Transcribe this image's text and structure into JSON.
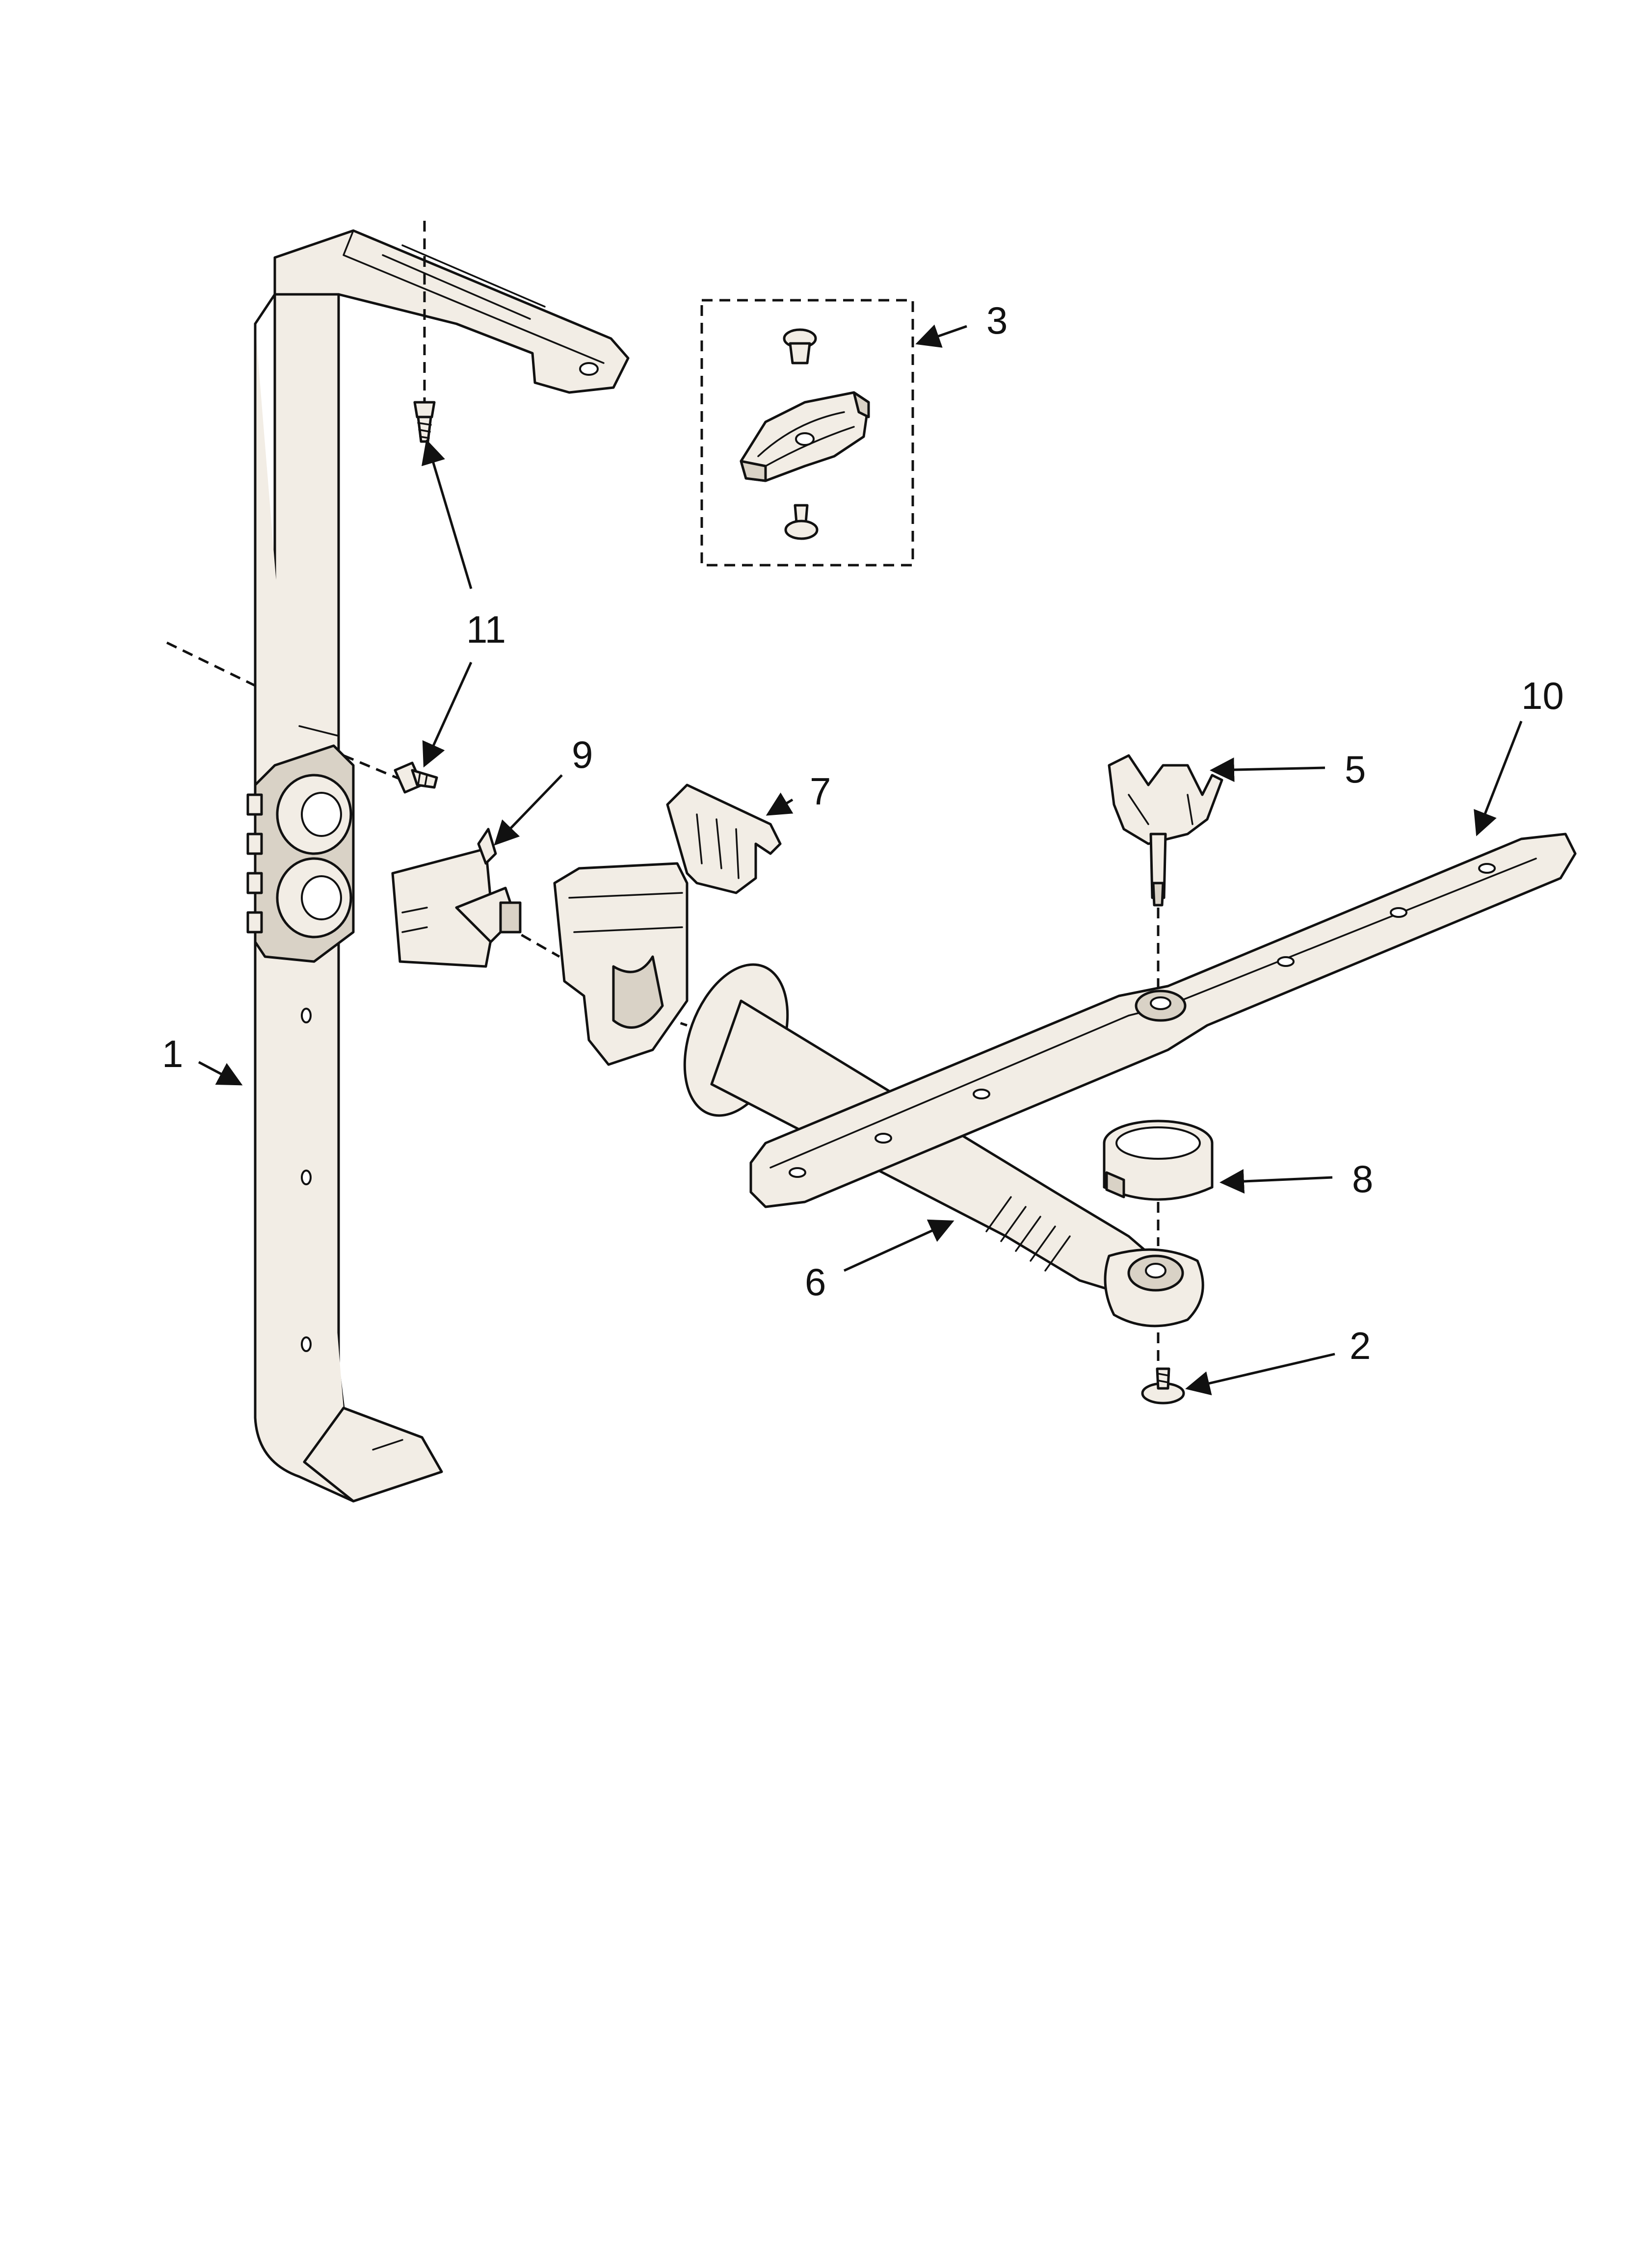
{
  "diagram": {
    "callouts": [
      {
        "id": "1",
        "label": "1"
      },
      {
        "id": "2",
        "label": "2"
      },
      {
        "id": "3",
        "label": "3"
      },
      {
        "id": "5",
        "label": "5"
      },
      {
        "id": "6",
        "label": "6"
      },
      {
        "id": "7",
        "label": "7"
      },
      {
        "id": "8",
        "label": "8"
      },
      {
        "id": "9",
        "label": "9"
      },
      {
        "id": "10",
        "label": "10"
      },
      {
        "id": "11",
        "label": "11"
      }
    ],
    "colors": {
      "line": "#111111",
      "part_fill": "#f2ede5",
      "background": "#ffffff"
    }
  }
}
